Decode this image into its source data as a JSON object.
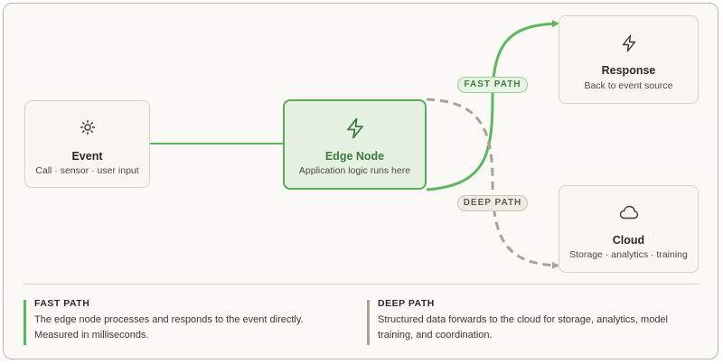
{
  "nodes": {
    "event": {
      "title": "Event",
      "subtitle": "Call · sensor · user input",
      "icon": "sun-icon"
    },
    "edge": {
      "title": "Edge Node",
      "subtitle": "Application logic runs here",
      "icon": "lightning-icon"
    },
    "response": {
      "title": "Response",
      "subtitle": "Back to event source",
      "icon": "lightning-icon"
    },
    "cloud": {
      "title": "Cloud",
      "subtitle": "Storage · analytics · training",
      "icon": "cloud-icon"
    }
  },
  "paths": {
    "fast_label": "FAST PATH",
    "deep_label": "DEEP PATH"
  },
  "legend": {
    "fast": {
      "title": "FAST PATH",
      "text": "The edge node processes and responds to the event directly. Measured in milliseconds."
    },
    "deep": {
      "title": "DEEP PATH",
      "text": "Structured data forwards to the cloud for storage, analytics, model training, and coordination."
    }
  },
  "colors": {
    "fast": "#5cb85c",
    "deep": "#a8a395",
    "edge_fill": "#e5f2e2",
    "edge_title": "#3d7a3d"
  }
}
